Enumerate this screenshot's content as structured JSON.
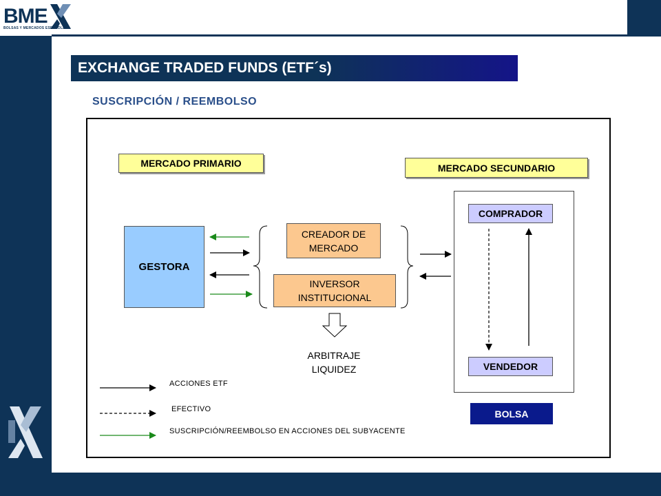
{
  "header": {
    "logo_text": "BME",
    "logo_subtext": "BOLSAS Y MERCADOS ESPAÑOLES",
    "title": "EXCHANGE TRADED FUNDS (ETF´s)",
    "subtitle": "SUSCRIPCIÓN / REEMBOLSO"
  },
  "diagram": {
    "mercado_primario": "MERCADO PRIMARIO",
    "mercado_secundario": "MERCADO SECUNDARIO",
    "gestora": "GESTORA",
    "creador_line1": "CREADOR DE",
    "creador_line2": "MERCADO",
    "inversor_line1": "INVERSOR",
    "inversor_line2": "INSTITUCIONAL",
    "arbitraje": "ARBITRAJE",
    "liquidez": "LIQUIDEZ",
    "comprador": "COMPRADOR",
    "vendedor": "VENDEDOR",
    "bolsa": "BOLSA"
  },
  "legend": {
    "acciones": "ACCIONES ETF",
    "efectivo": "EFECTIVO",
    "suscripcion": "SUSCRIPCIÓN/REEMBOLSO EN ACCIONES DEL SUBYACENTE"
  },
  "colors": {
    "navy": "#0e3357",
    "green_arrow": "#1a8a1a",
    "yellow_box": "#ffff99",
    "orange_box": "#fcc88f",
    "blue_box": "#99ccff",
    "lavender_box": "#ccccff",
    "bolsa_box": "#0a1a8c"
  }
}
